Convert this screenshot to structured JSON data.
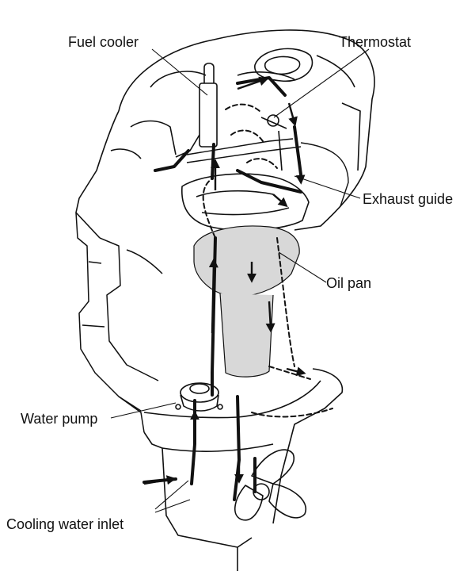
{
  "labels": {
    "fuel_cooler": "Fuel cooler",
    "thermostat": "Thermostat",
    "exhaust_guide": "Exhaust guide",
    "oil_pan": "Oil pan",
    "water_pump": "Water pump",
    "cooling_water_inlet": "Cooling water inlet"
  },
  "colors": {
    "ink": "#111111",
    "oil_pan_shade": "#d8d8d8"
  }
}
